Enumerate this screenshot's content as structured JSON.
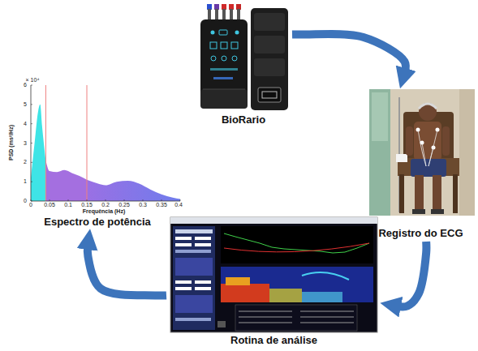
{
  "diagram": {
    "nodes": [
      {
        "text": [
          "BioRario"
        ]
      },
      {
        "text": [
          "Registro do ECG"
        ]
      },
      {
        "text": [
          "Rotina de análise"
        ]
      },
      {
        "text": [
          "Espectro de potência"
        ]
      }
    ],
    "edges": [
      {
        "from": 0,
        "to": 1,
        "arrow": "to"
      },
      {
        "from": 1,
        "to": 2,
        "arrow": "to"
      },
      {
        "from": 2,
        "to": 3,
        "arrow": "to"
      }
    ],
    "labels": [
      "× 10⁴",
      "6",
      "5",
      "4",
      "3",
      "2",
      "1",
      "0",
      "PSD (ms²/Hz)",
      "0",
      "0.05",
      "0.1",
      "0.15",
      "0.2",
      "0.25",
      "0.3",
      "0.35",
      "0.4",
      "Frequência (Hz)"
    ]
  }
}
